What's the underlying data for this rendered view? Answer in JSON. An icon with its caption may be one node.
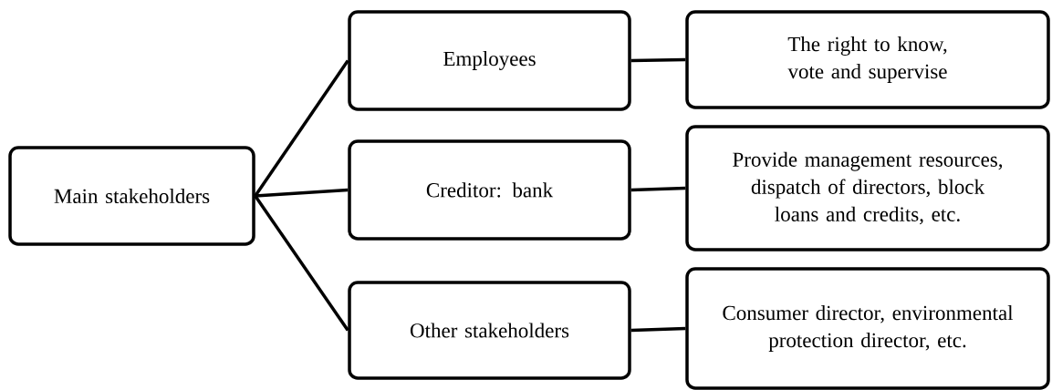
{
  "diagram": {
    "nodes": [
      {
        "text": [
          "Main stakeholders"
        ]
      },
      {
        "text": [
          "Employees"
        ]
      },
      {
        "text": [
          "Creditor: bank"
        ]
      },
      {
        "text": [
          "Other stakeholders"
        ]
      },
      {
        "text": [
          "The right to know, vote and supervise"
        ]
      },
      {
        "text": [
          "Provide management resources, dispatch of directors, block loans and credits, etc."
        ]
      },
      {
        "text": [
          "Consumer director, environmental protection director, etc."
        ]
      }
    ],
    "edges": [
      {
        "from": 0,
        "to": 1,
        "arrow": "none"
      },
      {
        "from": 0,
        "to": 2,
        "arrow": "none"
      },
      {
        "from": 0,
        "to": 3,
        "arrow": "none"
      },
      {
        "from": 1,
        "to": 4,
        "arrow": "none"
      },
      {
        "from": 2,
        "to": 5,
        "arrow": "none"
      },
      {
        "from": 3,
        "to": 6,
        "arrow": "none"
      }
    ]
  }
}
